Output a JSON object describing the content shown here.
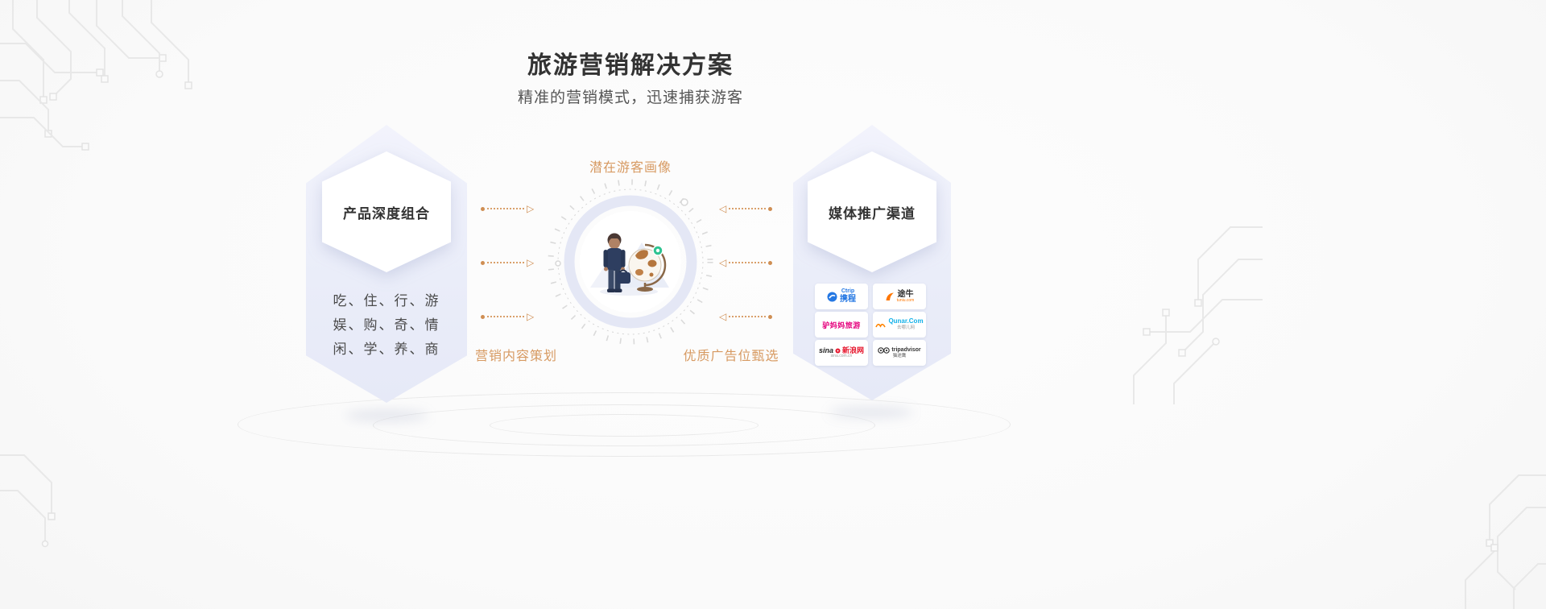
{
  "header": {
    "title": "旅游营销解决方案",
    "subtitle": "精准的营销模式，迅速捕获游客"
  },
  "left_card": {
    "title": "产品深度组合",
    "lines": [
      "吃、住、行、游",
      "娱、购、奇、情",
      "闲、学、养、商"
    ]
  },
  "center_diagram": {
    "label_top": "潜在游客画像",
    "label_bottom_left": "营销内容策划",
    "label_bottom_right": "优质广告位甄选"
  },
  "right_card": {
    "title": "媒体推广渠道",
    "logos": [
      {
        "brand": "Ctrip",
        "name_cn": "携程"
      },
      {
        "name_cn": "途牛",
        "domain": "tuniu.com"
      },
      {
        "name_cn": "驴妈妈旅游"
      },
      {
        "brand": "Qunar.Com",
        "name_cn": "去哪儿网"
      },
      {
        "brand": "sina",
        "name_cn": "新浪网",
        "domain": "sina.com.cn"
      },
      {
        "brand": "tripadvisor",
        "name_cn": "猫途鹰"
      }
    ]
  },
  "icons": {
    "triangle_right": "▷",
    "triangle_left": "◁"
  },
  "colors": {
    "accent_orange": "#D79A62",
    "hexagon_fill": "#EAEDF9",
    "title": "#333333"
  }
}
